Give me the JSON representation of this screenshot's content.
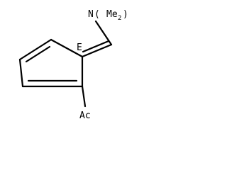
{
  "structure": {
    "stereo_label": "E",
    "amine_label": "N",
    "methyl_label": "Me",
    "methyl_count": "2",
    "acyl_label": "Ac",
    "bond_color": "#000000",
    "text_color": "#000000"
  }
}
